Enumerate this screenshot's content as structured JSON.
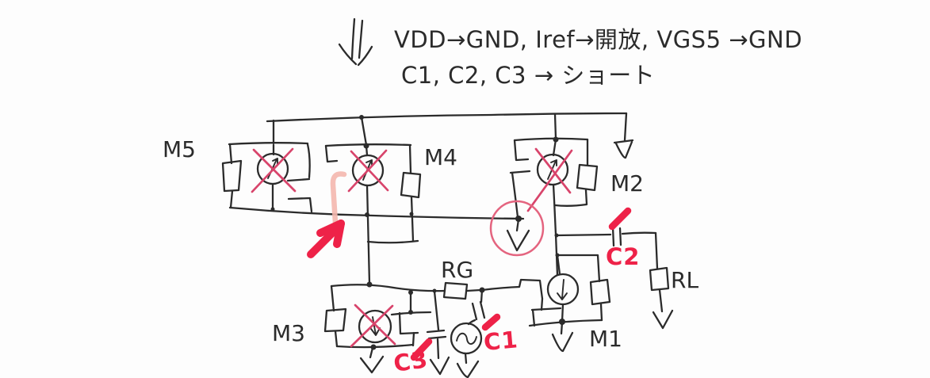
{
  "annotations": {
    "condition_line1": "VDD→GND,  Iref→開放,  VGS5 →GND",
    "condition_line2": "C1, C2, C3 → ショート"
  },
  "component_labels": {
    "m5": "M5",
    "m4": "M4",
    "m2": "M2",
    "m3": "M3",
    "m1": "M1",
    "rg": "RG",
    "rl": "RL"
  },
  "marker_labels": {
    "c1": "C1",
    "c2": "C2",
    "c3": "C3"
  },
  "colors": {
    "ink": "#2b2b2b",
    "red_pen_x": "#d8446b",
    "red_marker": "#ee2248",
    "pink_circle": "#e4647f",
    "pink_highlight": "#f4b7ae",
    "paper": "#fdfdfd"
  }
}
